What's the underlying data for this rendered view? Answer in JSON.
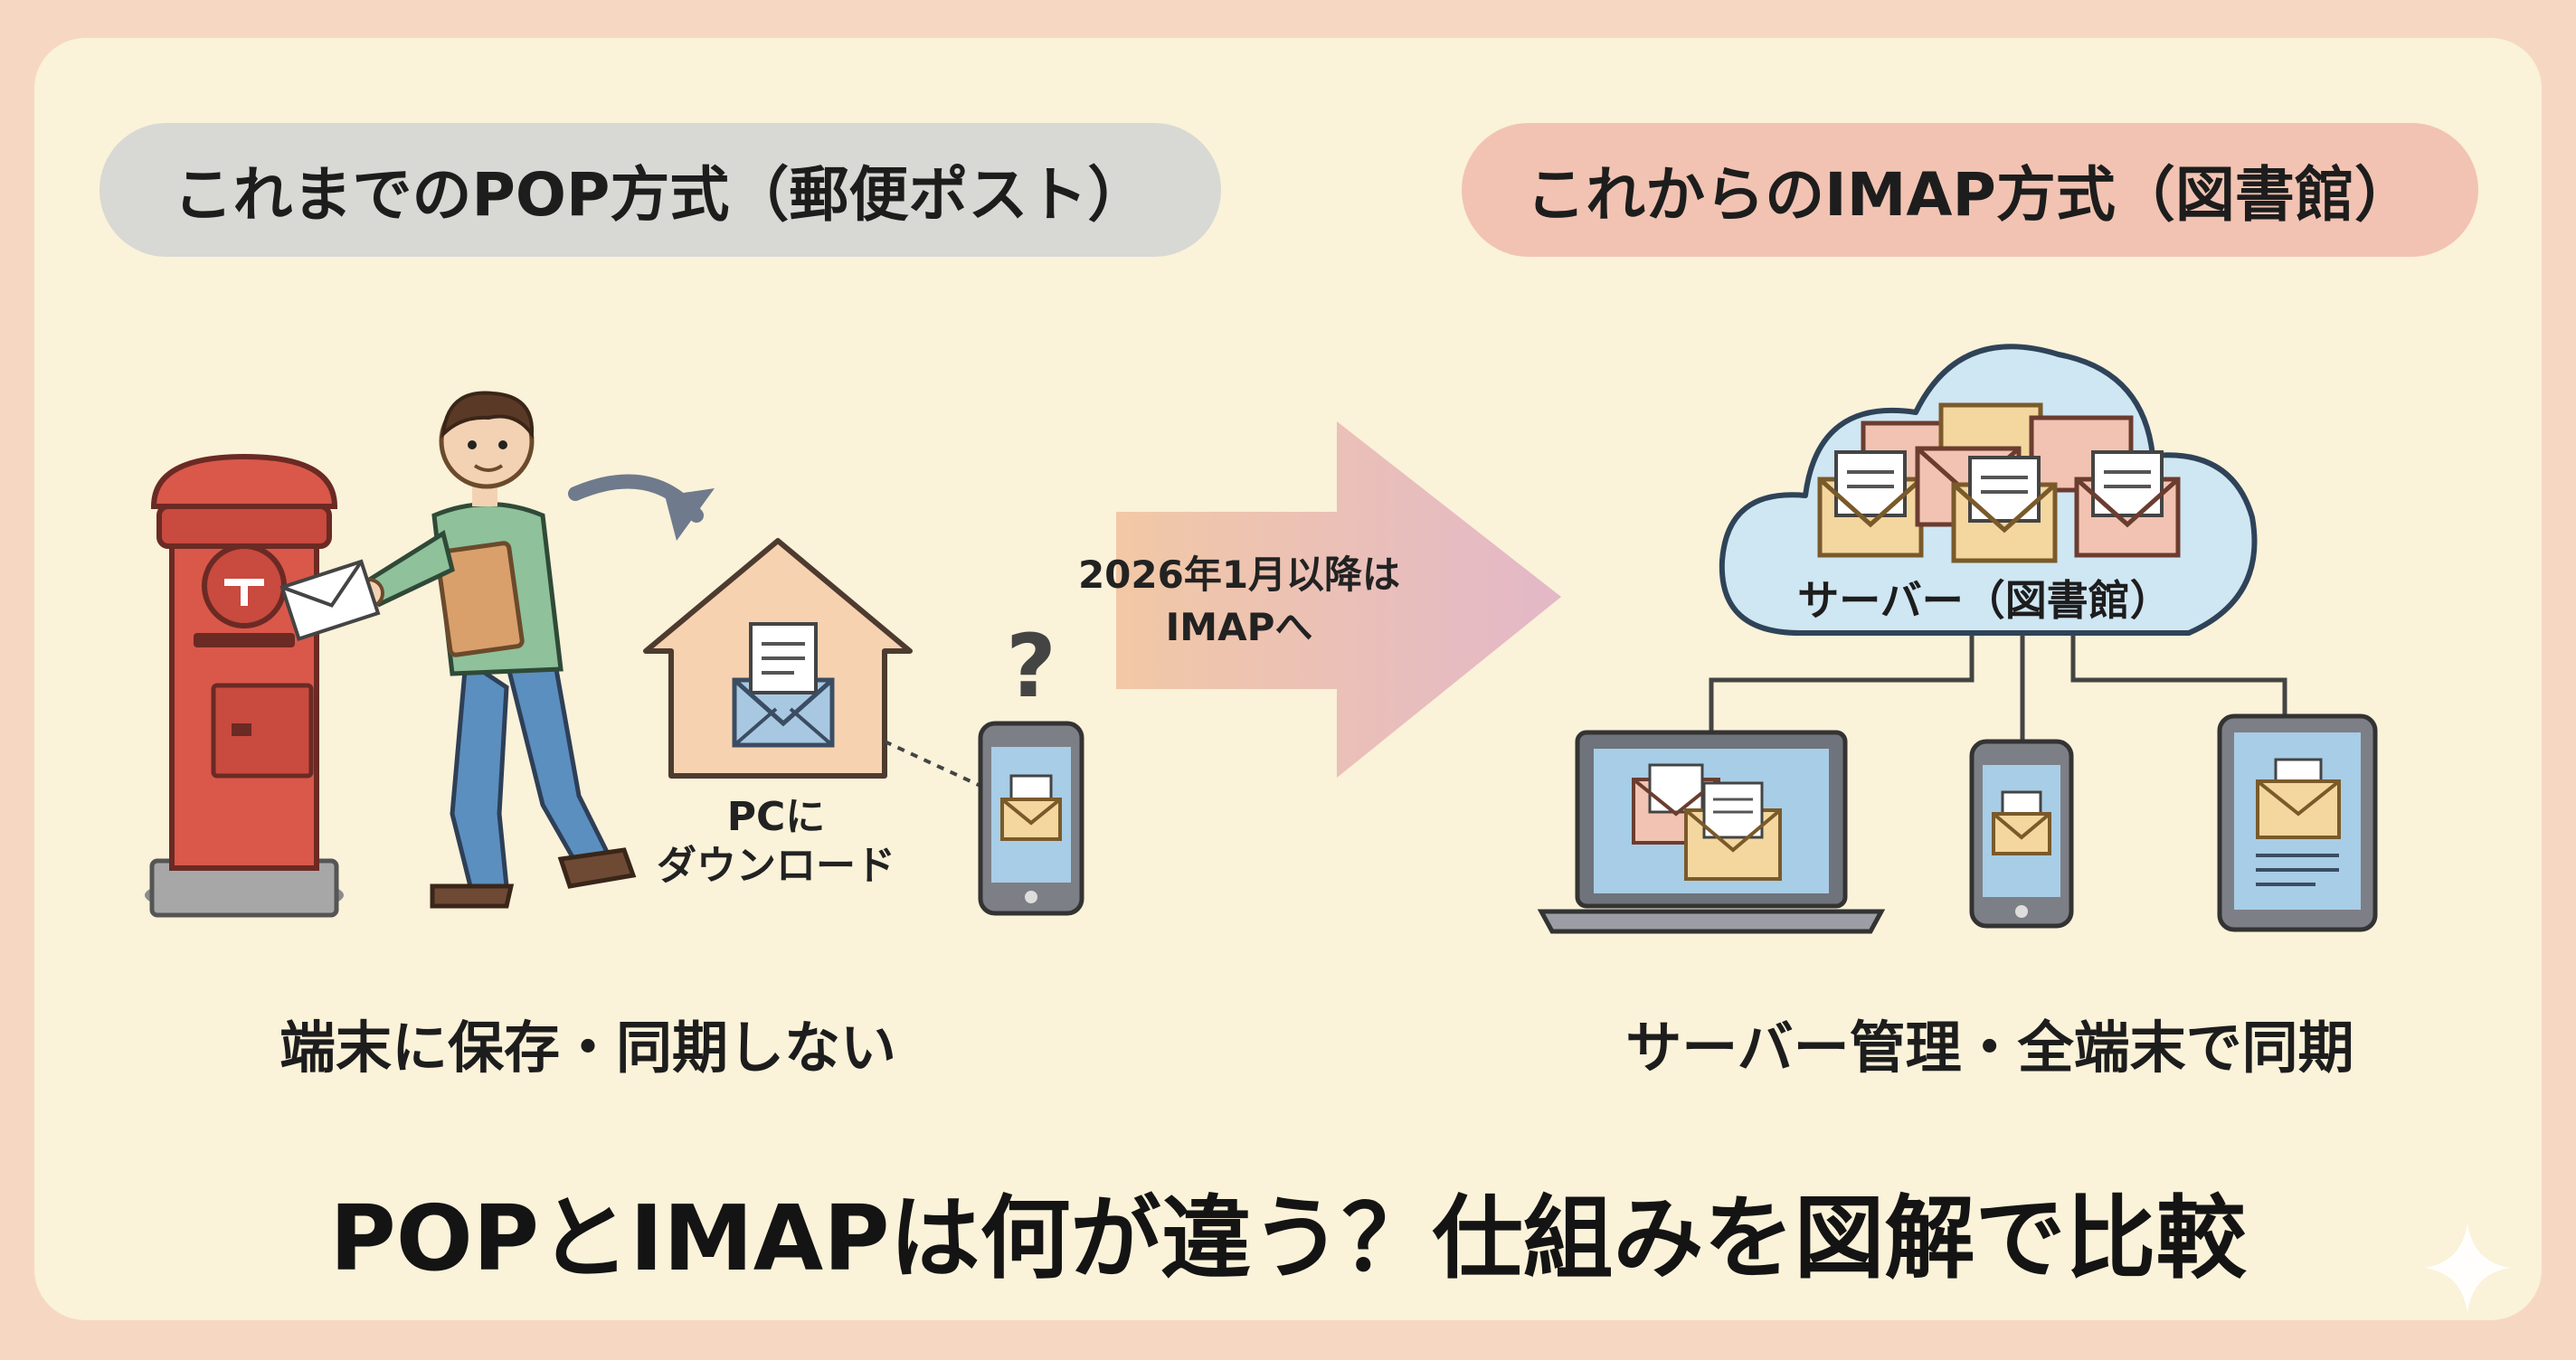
{
  "headers": {
    "pop": "これまでのPOP方式（郵便ポスト）",
    "imap": "これからのIMAP方式（図書館）"
  },
  "pop": {
    "pc_label_line1": "PCに",
    "pc_label_line2": "ダウンロード",
    "question_mark": "?",
    "caption": "端末に保存・同期しない"
  },
  "transition": {
    "line1": "2026年1月以降は",
    "line2": "IMAPへ"
  },
  "imap": {
    "server_label": "サーバー（図書館）",
    "caption": "サーバー管理・全端末で同期"
  },
  "title": "POPとIMAPは何が違う？仕組みを図解で比較",
  "icons": {
    "mailbox": "postbox-icon",
    "person": "person-icon",
    "house": "house-icon",
    "phone": "smartphone-icon",
    "cloud": "cloud-server-icon",
    "laptop": "laptop-icon",
    "tablet": "tablet-icon",
    "sparkle": "sparkle-icon"
  },
  "colors": {
    "background": "#f6d8c2",
    "panel": "#faf2d9",
    "pop_pill": "#d8d8d4",
    "imap_pill": "#f2c3b2",
    "postbox_red": "#d9584a",
    "cloud_blue": "#cfe6f3"
  }
}
